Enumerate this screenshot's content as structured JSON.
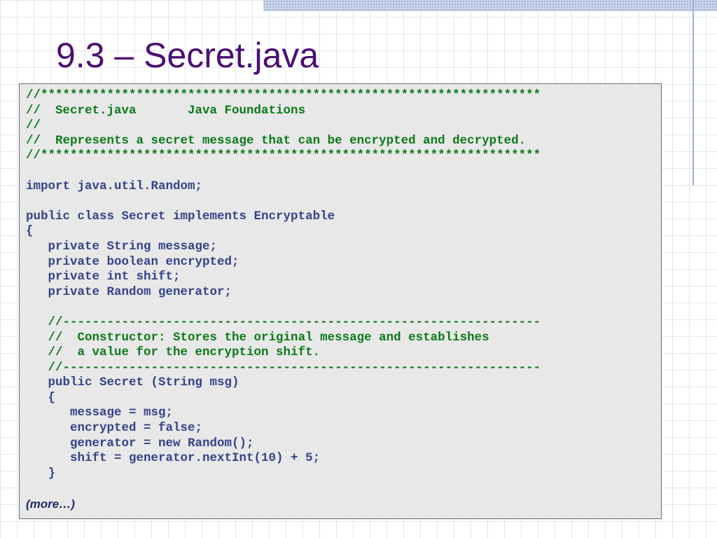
{
  "slide": {
    "title": "9.3 – Secret.java",
    "code_lines": [
      {
        "text": "//********************************************************************",
        "type": "comment"
      },
      {
        "text": "//  Secret.java       Java Foundations",
        "type": "comment"
      },
      {
        "text": "//",
        "type": "comment"
      },
      {
        "text": "//  Represents a secret message that can be encrypted and decrypted.",
        "type": "comment"
      },
      {
        "text": "//********************************************************************",
        "type": "comment"
      },
      {
        "text": "",
        "type": "code"
      },
      {
        "text": "import java.util.Random;",
        "type": "code"
      },
      {
        "text": "",
        "type": "code"
      },
      {
        "text": "public class Secret implements Encryptable",
        "type": "code"
      },
      {
        "text": "{",
        "type": "code"
      },
      {
        "text": "   private String message;",
        "type": "code"
      },
      {
        "text": "   private boolean encrypted;",
        "type": "code"
      },
      {
        "text": "   private int shift;",
        "type": "code"
      },
      {
        "text": "   private Random generator;",
        "type": "code"
      },
      {
        "text": "",
        "type": "code"
      },
      {
        "text": "   //-----------------------------------------------------------------",
        "type": "comment"
      },
      {
        "text": "   //  Constructor: Stores the original message and establishes",
        "type": "comment"
      },
      {
        "text": "   //  a value for the encryption shift.",
        "type": "comment"
      },
      {
        "text": "   //-----------------------------------------------------------------",
        "type": "comment"
      },
      {
        "text": "   public Secret (String msg)",
        "type": "code"
      },
      {
        "text": "   {",
        "type": "code"
      },
      {
        "text": "      message = msg;",
        "type": "code"
      },
      {
        "text": "      encrypted = false;",
        "type": "code"
      },
      {
        "text": "      generator = new Random();",
        "type": "code"
      },
      {
        "text": "      shift = generator.nextInt(10) + 5;",
        "type": "code"
      },
      {
        "text": "   }",
        "type": "code"
      },
      {
        "text": "",
        "type": "code"
      },
      {
        "text": "(more…)",
        "type": "more"
      }
    ]
  }
}
